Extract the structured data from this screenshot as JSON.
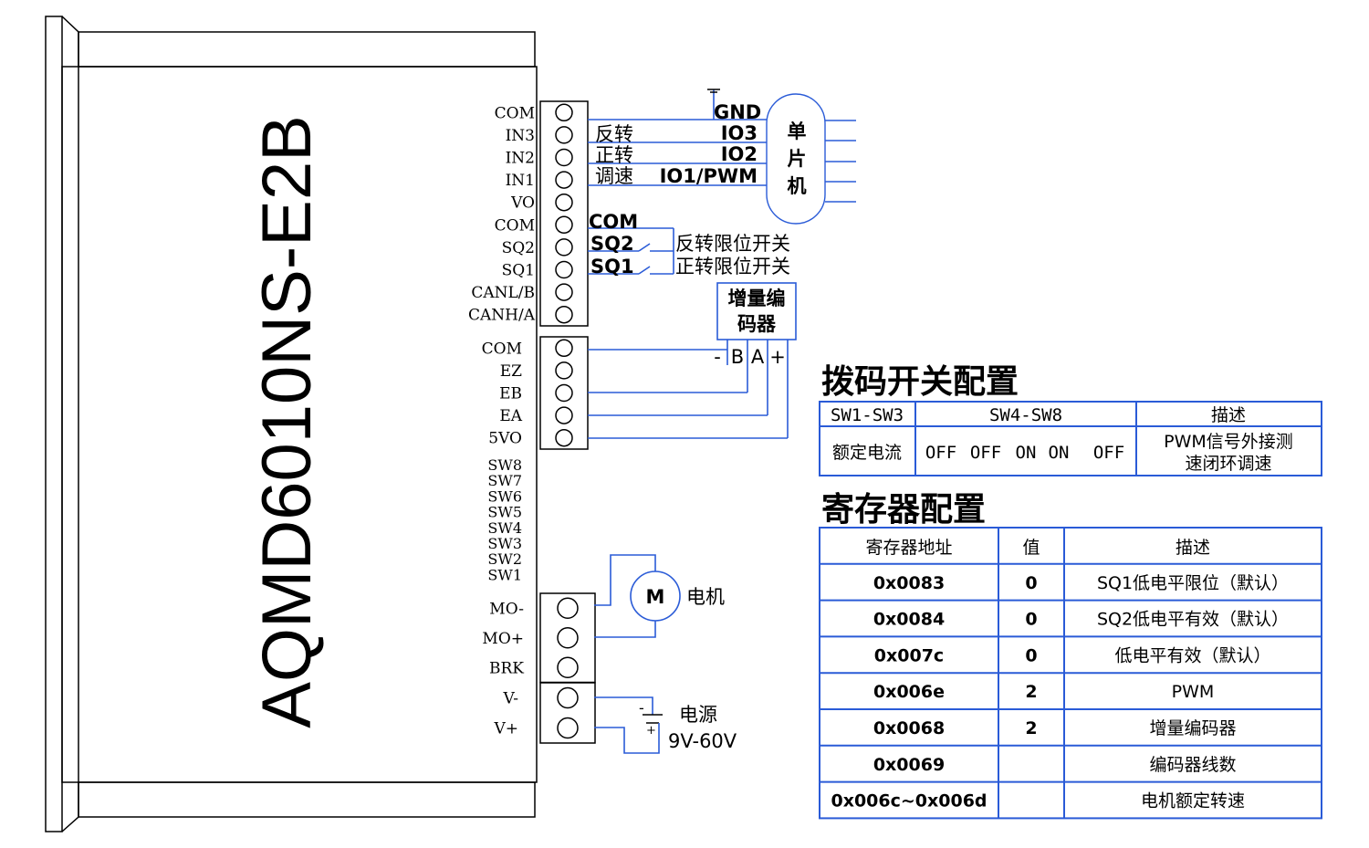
{
  "device": {
    "model": "AQMD6010NS-E2B",
    "terminals_group1": [
      "COM",
      "IN3",
      "IN2",
      "IN1",
      "VO",
      "COM",
      "SQ2",
      "SQ1",
      "CANL/B",
      "CANH/A"
    ],
    "terminals_group2": [
      "COM",
      "EZ",
      "EB",
      "EA",
      "5VO"
    ],
    "switches": [
      "SW8",
      "SW7",
      "SW6",
      "SW5",
      "SW4",
      "SW3",
      "SW2",
      "SW1"
    ],
    "terminals_motor": [
      "MO-",
      "MO+",
      "BRK"
    ],
    "terminals_power": [
      "V-",
      "V+"
    ]
  },
  "mcu": {
    "name_chars": [
      "单",
      "片",
      "机"
    ],
    "pins": {
      "gnd": "GND",
      "io3": "IO3",
      "io2": "IO2",
      "io1": "IO1/PWM"
    },
    "signals": {
      "rev": "反转",
      "fwd": "正转",
      "speed": "调速"
    }
  },
  "limits": {
    "com": "COM",
    "sq2": "SQ2",
    "sq2_desc": "反转限位开关",
    "sq1": "SQ1",
    "sq1_desc": "正转限位开关"
  },
  "encoder": {
    "label_line1": "增量编",
    "label_line2": "码器",
    "pins": [
      "-",
      "B",
      "A",
      "+"
    ]
  },
  "motor": {
    "symbol": "M",
    "label": "电机"
  },
  "power": {
    "label": "电源",
    "range": "9V-60V",
    "minus": "-",
    "plus": "+"
  },
  "dip_table": {
    "title": "拨码开关配置",
    "headers": [
      "SW1-SW3",
      "SW4-SW8",
      "描述"
    ],
    "row": {
      "col1": "额定电流",
      "states": [
        "OFF",
        "OFF",
        "ON",
        "ON",
        "OFF"
      ],
      "desc_line1": "PWM信号外接测",
      "desc_line2": "速闭环调速"
    }
  },
  "reg_table": {
    "title": "寄存器配置",
    "headers": [
      "寄存器地址",
      "值",
      "描述"
    ],
    "rows": [
      {
        "addr": "0x0083",
        "val": "0",
        "desc": "SQ1低电平限位（默认）"
      },
      {
        "addr": "0x0084",
        "val": "0",
        "desc": "SQ2低电平有效（默认）"
      },
      {
        "addr": "0x007c",
        "val": "0",
        "desc": "低电平有效（默认）"
      },
      {
        "addr": "0x006e",
        "val": "2",
        "desc": "PWM"
      },
      {
        "addr": "0x0068",
        "val": "2",
        "desc": "增量编码器"
      },
      {
        "addr": "0x0069",
        "val": "",
        "desc": "编码器线数"
      },
      {
        "addr": "0x006c~0x006d",
        "val": "",
        "desc": "电机额定转速"
      }
    ]
  },
  "colors": {
    "wire": "#2a5bd7",
    "outline": "#000000",
    "table_border": "#2a5bd7"
  }
}
